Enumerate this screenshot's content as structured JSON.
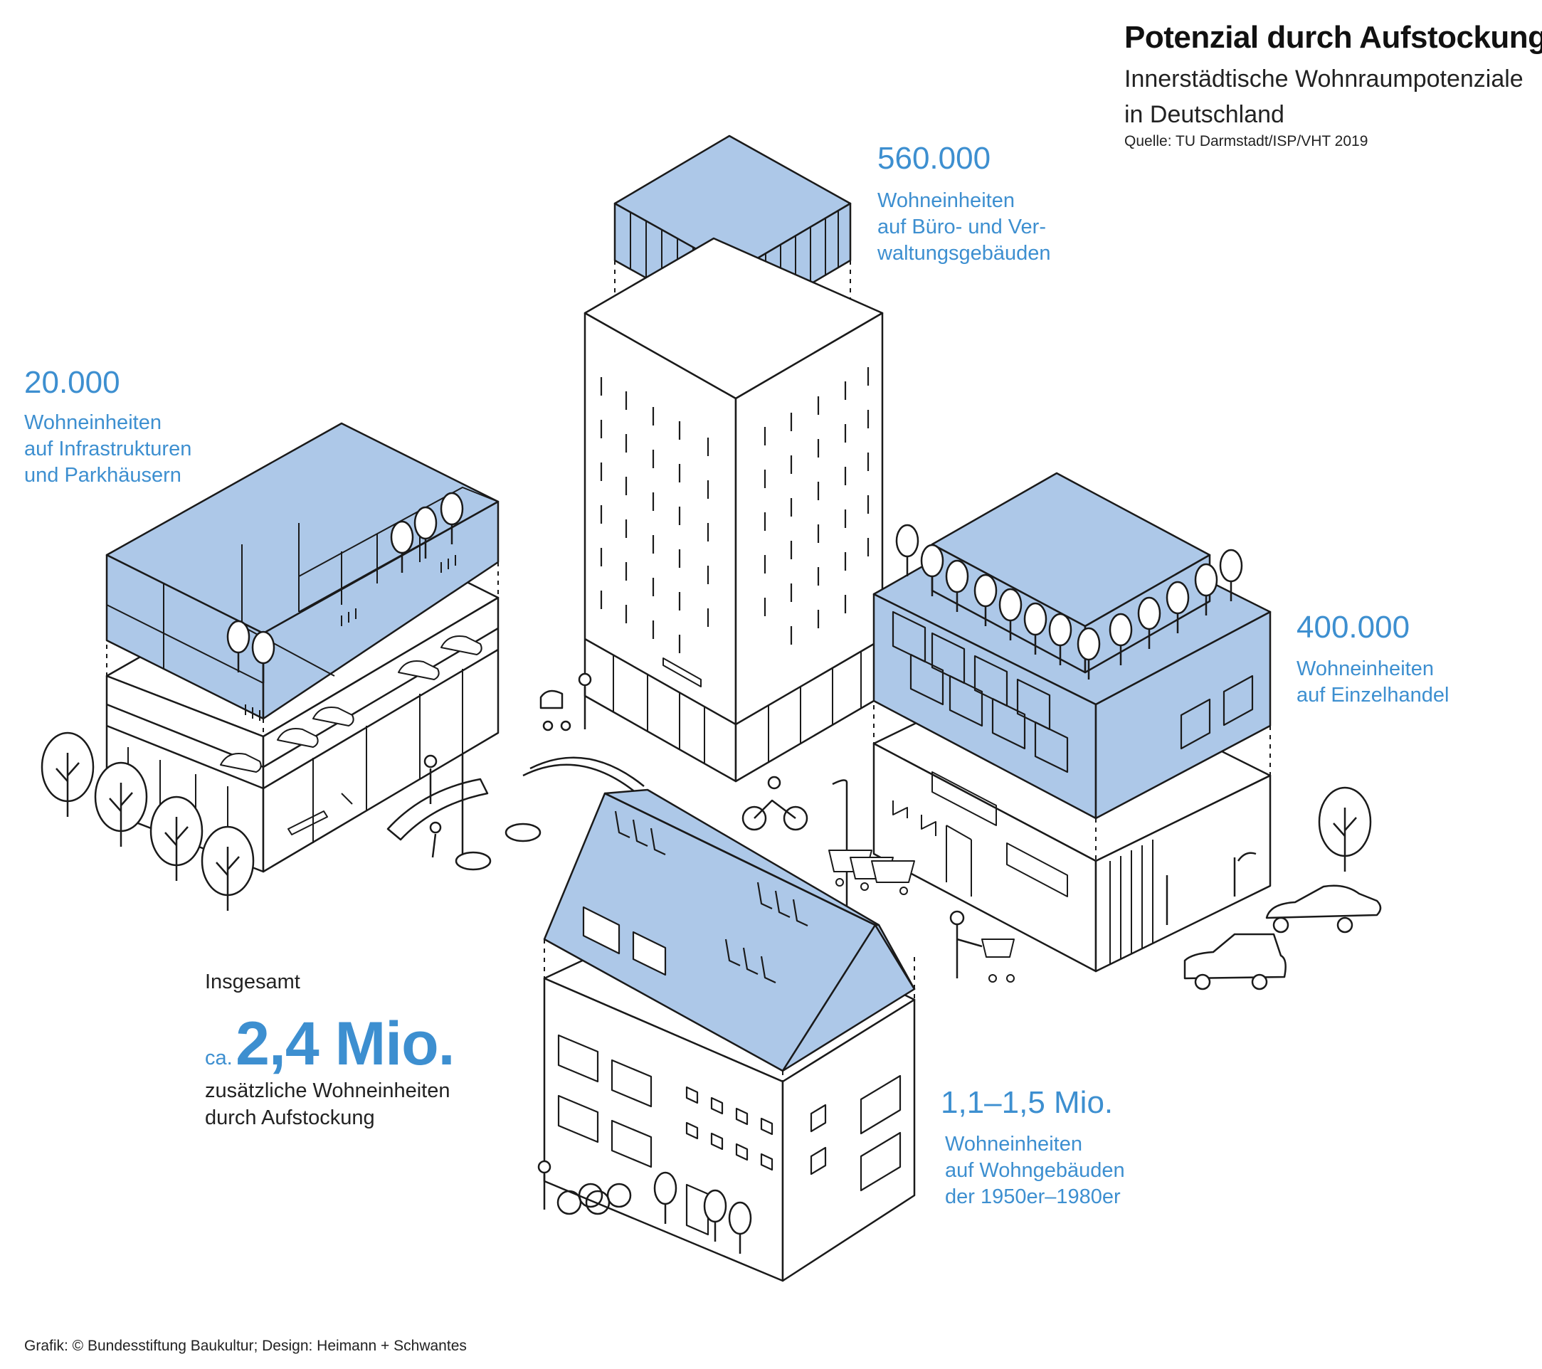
{
  "header": {
    "title": "Potenzial durch Aufstockung",
    "subtitle": "Innerstädtische Wohnraumpotenziale in Deutschland",
    "source": "Quelle: TU Darmstadt/ISP/VHT 2019"
  },
  "potentials": [
    {
      "value": "20.000",
      "label_lines": [
        "Wohneinheiten",
        "auf Infrastrukturen",
        "und Parkhäusern"
      ]
    },
    {
      "value": "560.000",
      "label_lines": [
        "Wohneinheiten",
        "auf Büro- und Ver-",
        "waltungsgebäuden"
      ]
    },
    {
      "value": "400.000",
      "label_lines": [
        "Wohneinheiten",
        "auf Einzelhandel"
      ]
    },
    {
      "value": "1,1–1,5 Mio.",
      "label_lines": [
        "Wohneinheiten",
        "auf Wohngebäuden",
        "der 1950er–1980er"
      ]
    }
  ],
  "total": {
    "prefix": "Insgesamt",
    "ca": "ca.",
    "value": "2,4 Mio.",
    "label_lines": [
      "zusätzliche Wohneinheiten",
      "durch Aufstockung"
    ]
  },
  "credit": "Grafik: © Bundesstiftung Baukultur; Design: Heimann + Schwantes",
  "colors": {
    "accent_text": "#3d8fd0",
    "roof_fill": "#adc8e8",
    "line": "#1a1a1a"
  }
}
